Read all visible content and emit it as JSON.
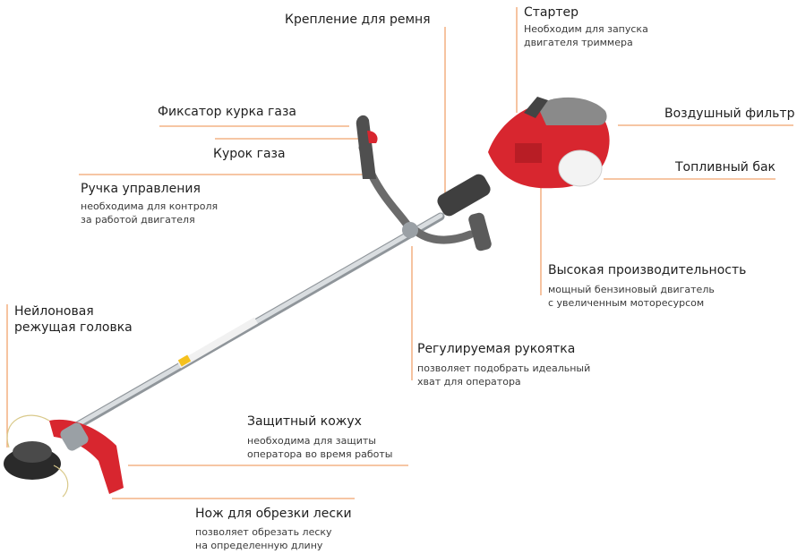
{
  "colors": {
    "leader": "#f0a36e",
    "body_red": "#d8262f",
    "shaft": "#c9cdd1",
    "grip": "#6b6b6b",
    "engine": "#8a8a8a"
  },
  "labels": {
    "belt_mount": "Крепление для ремня",
    "starter": {
      "title": "Стартер",
      "desc": [
        "Необходим для запуска",
        "двигателя триммера"
      ]
    },
    "throttle_lock": "Фиксатор курка газа",
    "air_filter": "Воздушный фильтр",
    "throttle_trigger": "Курок газа",
    "fuel_tank": "Топливный бак",
    "control_handle": {
      "title": "Ручка управления",
      "desc": [
        "необходима для контроля",
        "за работой двигателя"
      ]
    },
    "performance": {
      "title": "Высокая производительность",
      "desc": [
        "мощный бензиновый двигатель",
        "с увеличенным моторесурсом"
      ]
    },
    "nylon_head": {
      "title": [
        "Нейлоновая",
        "режущая головка"
      ]
    },
    "adjustable_handle": {
      "title": "Регулируемая рукоятка",
      "desc": [
        "позволяет подобрать идеальный",
        "хват для оператора"
      ]
    },
    "guard": {
      "title": "Защитный кожух",
      "desc": [
        "необходима для защиты",
        "оператора во время работы"
      ]
    },
    "line_knife": {
      "title": "Нож для обрезки лески",
      "desc": [
        "позволяет обрезать леску",
        "на определенную длину"
      ]
    }
  }
}
